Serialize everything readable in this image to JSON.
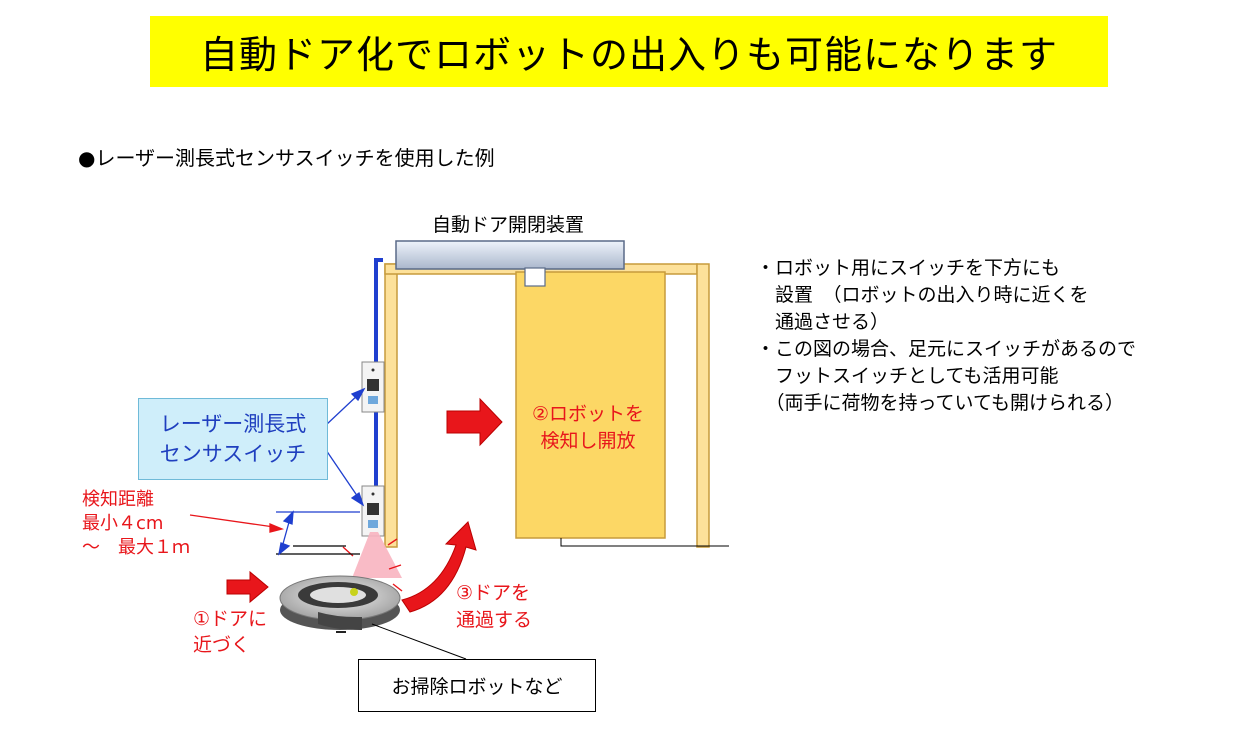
{
  "banner": {
    "title": "自動ドア化でロボットの出入りも可能になります"
  },
  "subtitle": "●レーザー測長式センサスイッチを使用した例",
  "device_label": "自動ドア開閉装置",
  "notes": [
    "・ロボット用にスイッチを下方にも",
    "　設置　（ロボットの出入り時に近くを",
    "　通過させる）",
    "・この図の場合、足元にスイッチがあるので",
    "　フットスイッチとしても活用可能",
    "　（両手に荷物を持っていても開けられる）"
  ],
  "sensor_switch": {
    "line1": "レーザー測長式",
    "line2": "センサスイッチ"
  },
  "detection_distance": {
    "line1": "検知距離",
    "line2": "最小４cm",
    "line3": "～　最大１ｍ"
  },
  "step1": {
    "line1": "①ドアに",
    "line2": "近づく"
  },
  "step2": {
    "line1": "②ロボットを",
    "line2": "検知し開放"
  },
  "step3": {
    "line1": "③ドアを",
    "line2": "通過する"
  },
  "robot_label": "お掃除ロボットなど",
  "colors": {
    "banner_bg": "#ffff00",
    "accent_red": "#e8161b",
    "frame_fill": "#fde19a",
    "frame_stroke": "#c79b3c",
    "door_fill": "#fcd765",
    "wire_blue": "#1f3fcf",
    "sensor_box_bg": "#cfeefa",
    "sensor_text": "#1f3fbf"
  }
}
